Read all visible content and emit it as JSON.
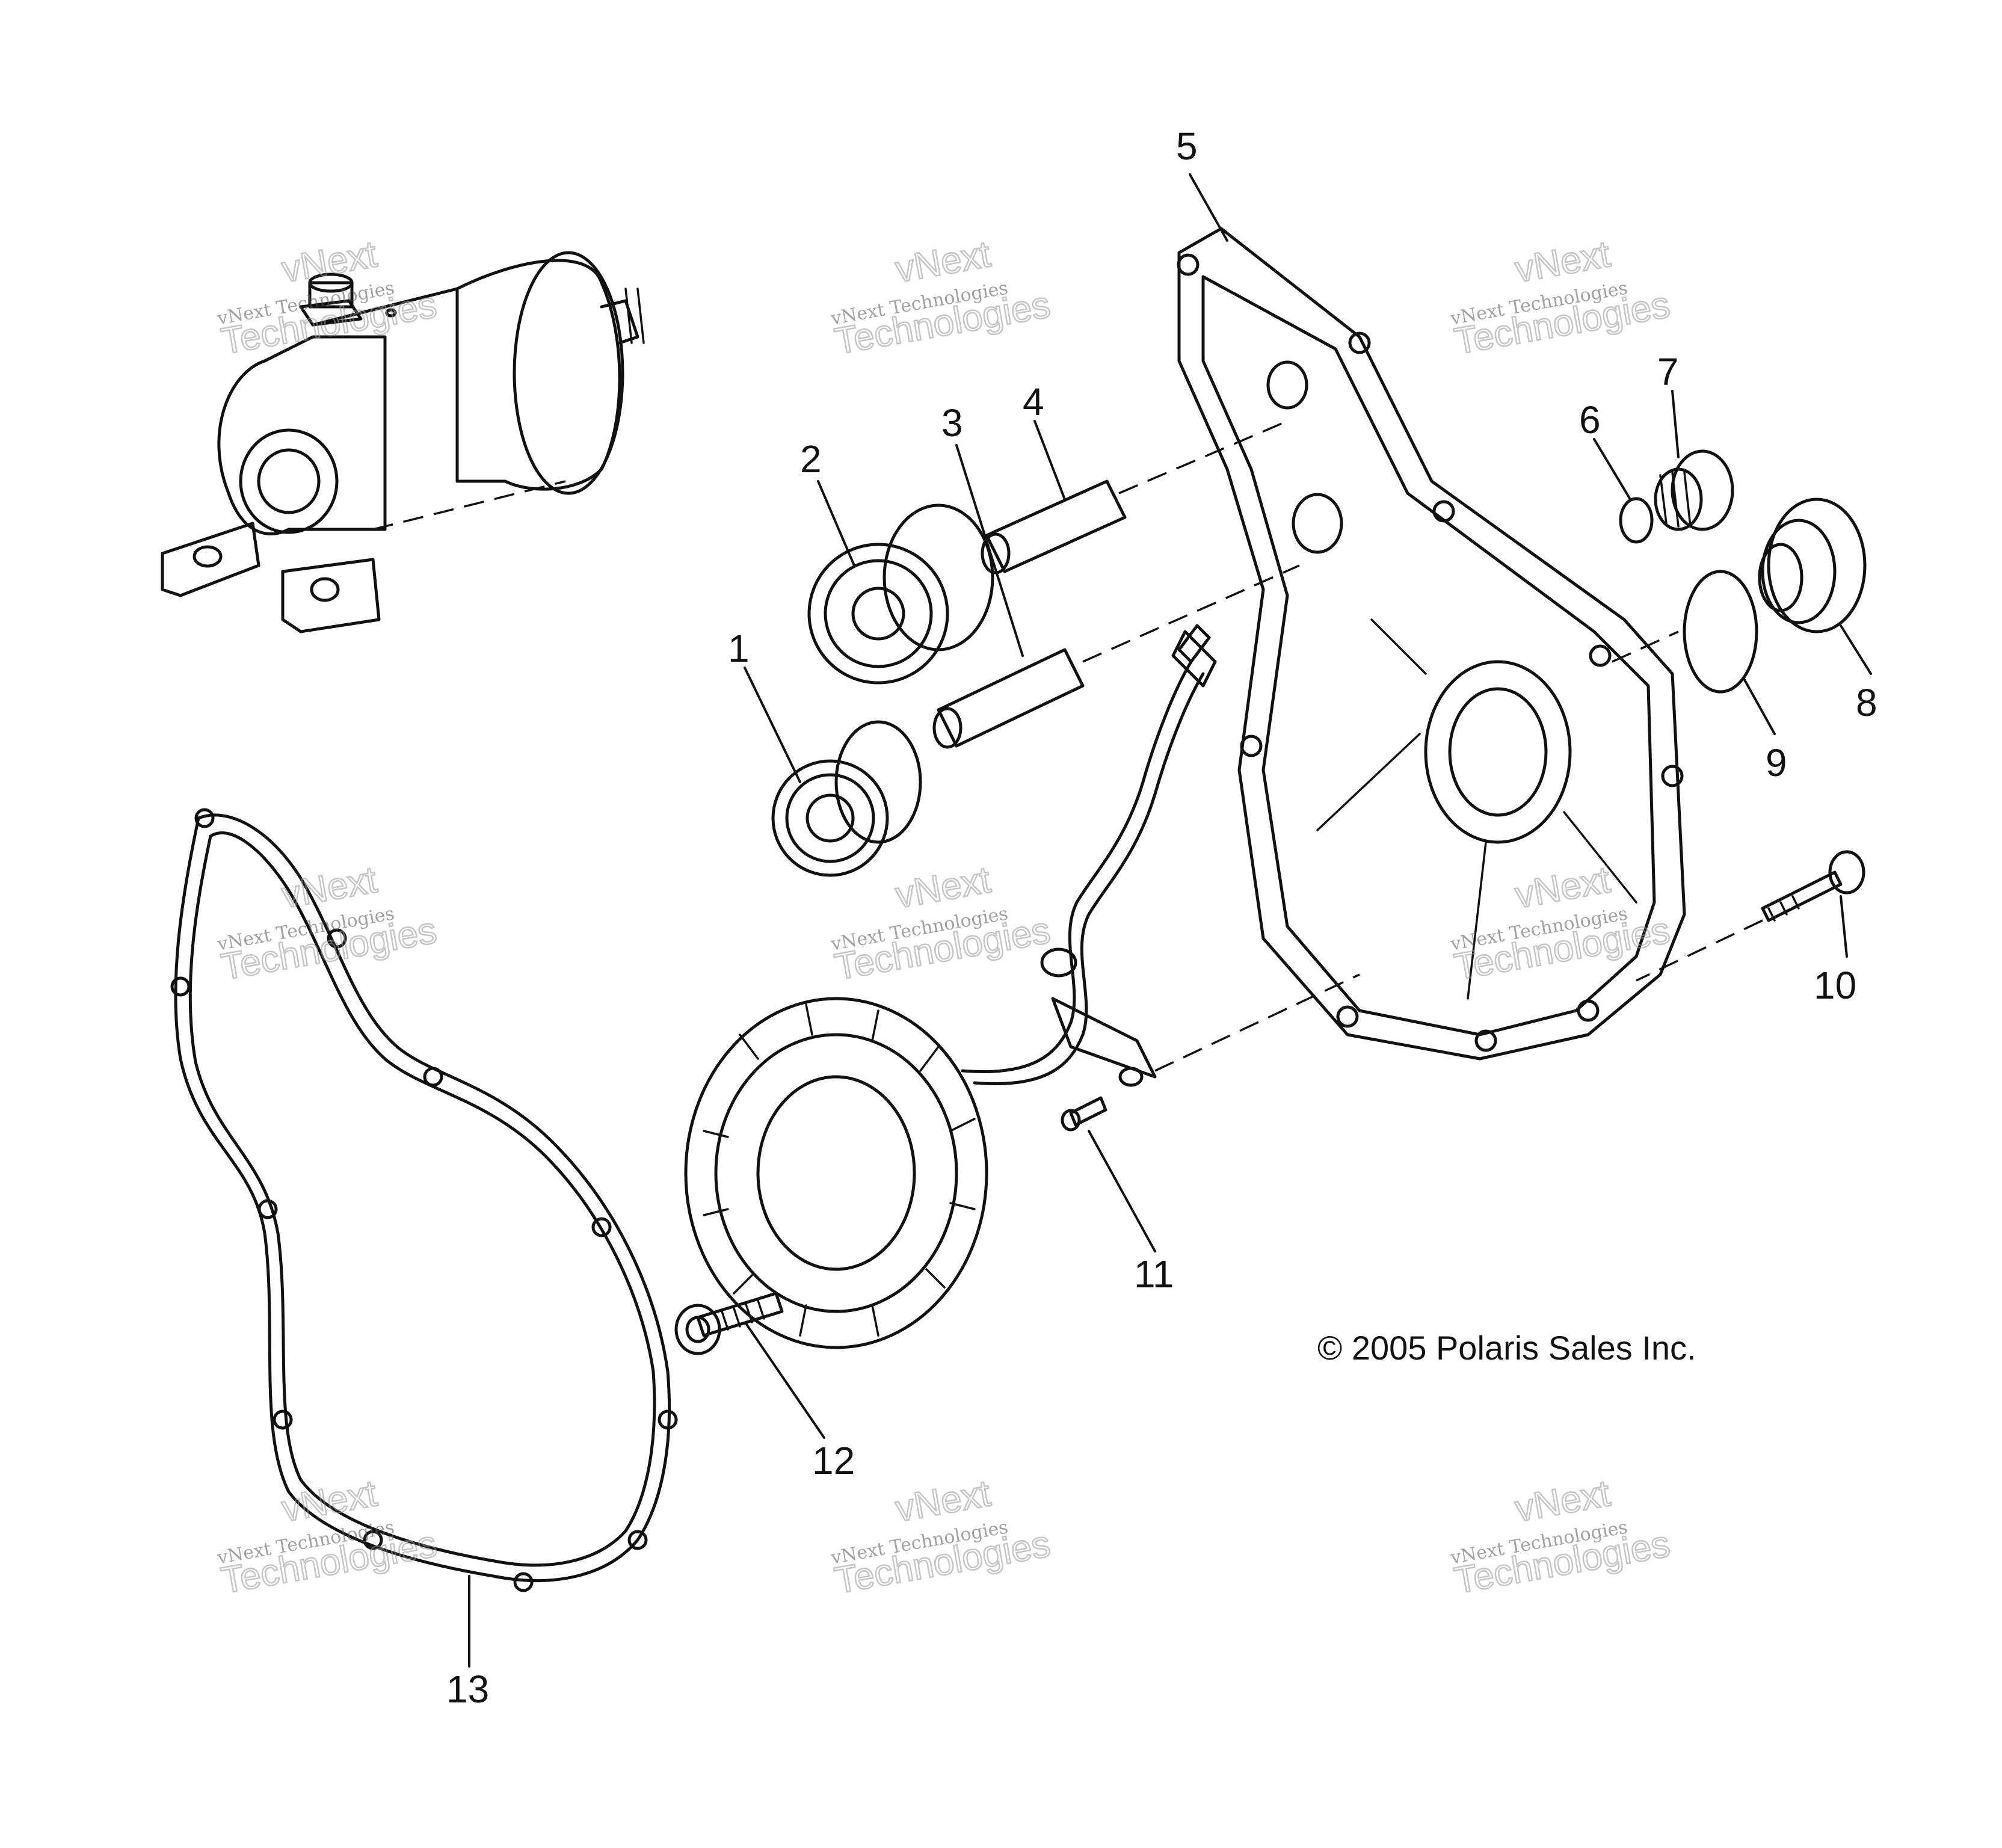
{
  "callouts": [
    "1",
    "2",
    "3",
    "4",
    "5",
    "6",
    "7",
    "8",
    "9",
    "10",
    "11",
    "12",
    "13"
  ],
  "copyright": "© 2005 Polaris Sales Inc.",
  "watermark": {
    "line1": "vNext",
    "line2": "Technologies",
    "line3": "vNext Technologies"
  }
}
